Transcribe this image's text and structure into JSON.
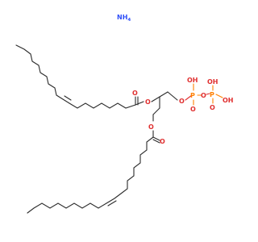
{
  "molecule": {
    "counterion": {
      "text": "NH",
      "subscript": "4"
    },
    "atoms": {
      "ester_o_upper": "O",
      "ester_o_lower": "O",
      "carbonyl_o_upper": "O",
      "carbonyl_o_lower": "O",
      "glycerol_o": "O",
      "bridge_o": "O",
      "p1": "P",
      "p2": "P",
      "p1_oh": "OH",
      "p1_dbl_o": "O",
      "p2_oh_top": "OH",
      "p2_oh_right": "OH",
      "p2_dbl_o": "O"
    },
    "colors": {
      "bond": "#2b2b2b",
      "oxygen": "#e03030",
      "phosphorus": "#ff8000",
      "nitrogen": "#3050f8"
    }
  }
}
